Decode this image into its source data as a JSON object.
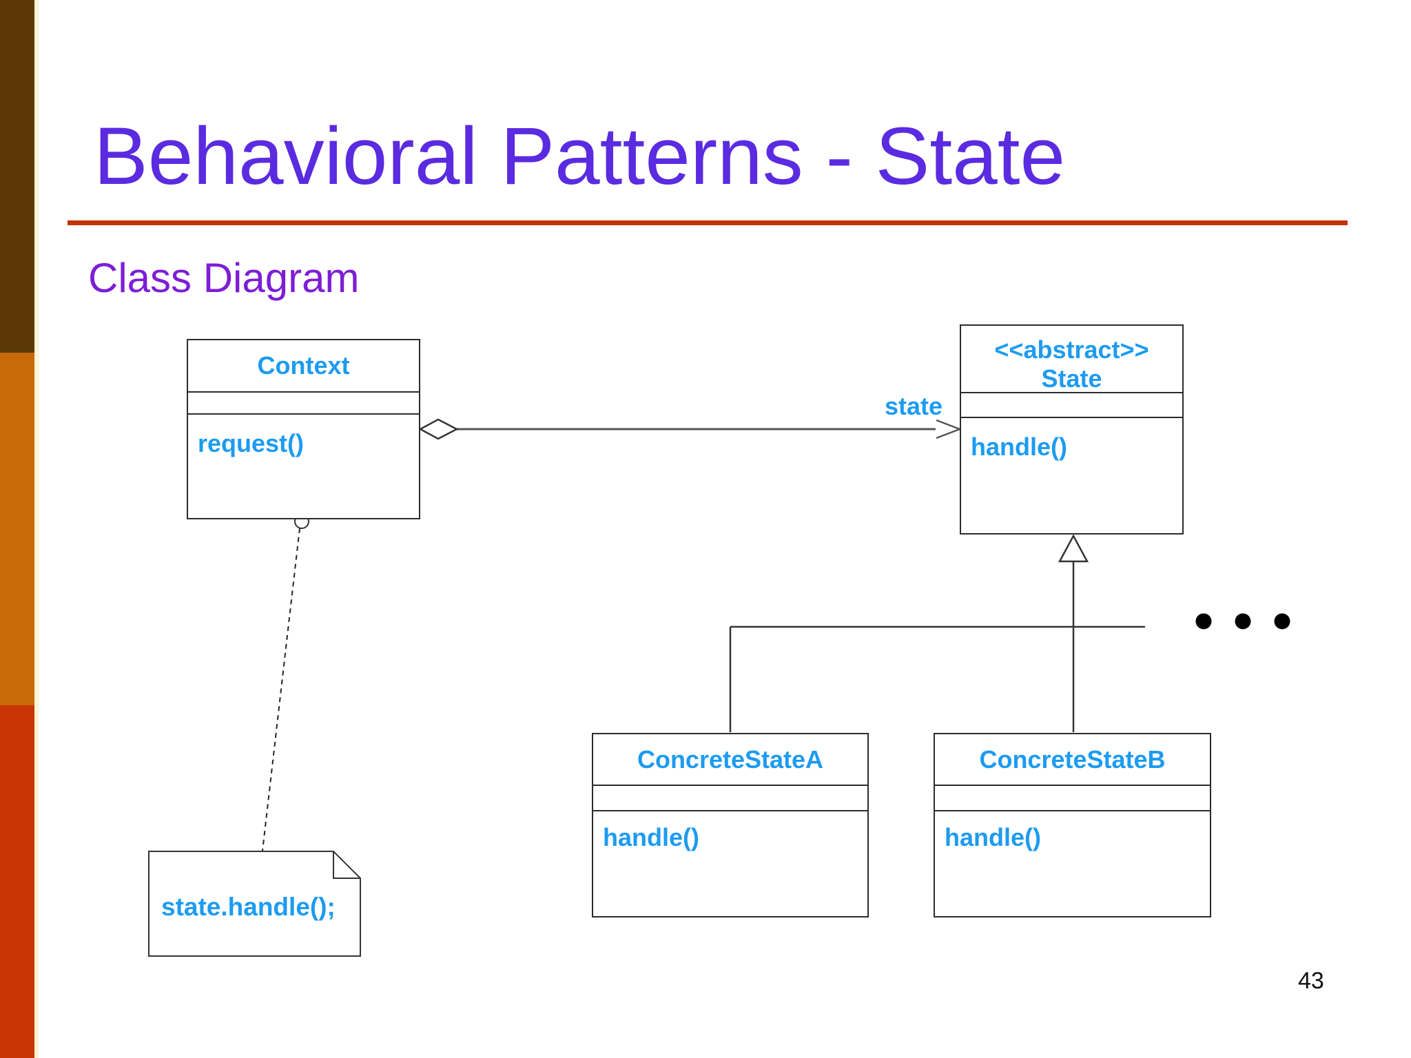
{
  "slide": {
    "title": "Behavioral Patterns - State",
    "subtitle": "Class Diagram",
    "page_number": "43"
  },
  "diagram": {
    "classes": [
      {
        "name": "Context",
        "stereotype": "",
        "attributes": [],
        "methods": [
          "request()"
        ]
      },
      {
        "name": "State",
        "stereotype": "<<abstract>>",
        "attributes": [],
        "methods": [
          "handle()"
        ]
      },
      {
        "name": "ConcreteStateA",
        "stereotype": "",
        "attributes": [],
        "methods": [
          "handle()"
        ]
      },
      {
        "name": "ConcreteStateB",
        "stereotype": "",
        "attributes": [],
        "methods": [
          "handle()"
        ]
      }
    ],
    "relationships": {
      "aggregation_label": "state",
      "note_text": "state.handle();",
      "more_classes_indicator": "..."
    }
  },
  "colors": {
    "title_purple": "#5A2BE0",
    "subtitle_purple": "#7D1ED6",
    "underline_red": "#C23305",
    "class_text_blue": "#1D9BF0",
    "sidebar_brown": "#5C3806",
    "sidebar_orange": "#C76A07",
    "sidebar_red": "#C93505",
    "sidebar_divider_cream": "#FCF5D4",
    "box_border": "#2B2B2B",
    "background": "#FFFFFF"
  }
}
